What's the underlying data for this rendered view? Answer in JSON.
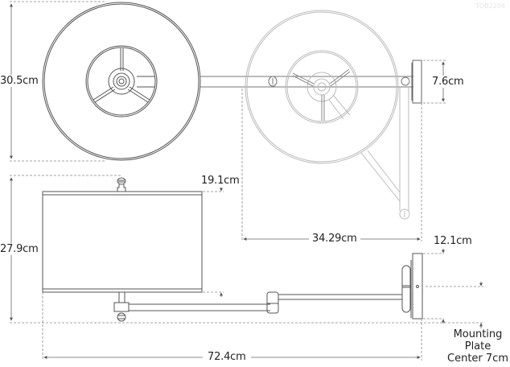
{
  "product_code": "TOB2204",
  "colors": {
    "line": "#555555",
    "ghost_line": "#bdbdbd",
    "dim_line": "#666666",
    "text": "#222222",
    "background": "#ffffff"
  },
  "top_view": {
    "shade_diameter_label": "30.5cm",
    "backplate_depth_label": "7.6cm",
    "swing_extension_label": "34.29cm"
  },
  "side_view": {
    "overall_height_label": "27.9cm",
    "shade_height_label": "19.1cm",
    "backplate_height_label": "12.1cm",
    "overall_extension_label": "72.4cm",
    "mounting_note": {
      "line1": "Mounting",
      "line2": "Plate",
      "line3": "Center 7cm"
    }
  }
}
